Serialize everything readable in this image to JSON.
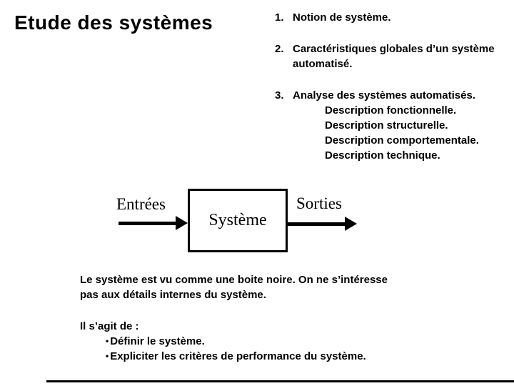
{
  "slide": {
    "title": "Etude des systèmes",
    "agenda": [
      {
        "number": "1.",
        "lines": [
          "Notion de système."
        ]
      },
      {
        "number": "2.",
        "lines": [
          "Caractéristiques globales d’un système",
          "automatisé."
        ]
      },
      {
        "number": "3.",
        "lines": [
          "Analyse des systèmes automatisés."
        ],
        "sub_lines": [
          "Description fonctionnelle.",
          "Description structurelle.",
          "Description comportementale.",
          "Description technique."
        ]
      }
    ],
    "diagram": {
      "input_label": "Entrées",
      "box_label": "Système",
      "output_label": "Sorties"
    },
    "paragraph1_lines": [
      "Le système est vu comme une boite noire. On ne s’intéresse",
      "pas aux détails internes du système."
    ],
    "paragraph2_intro": "Il s’agit de :",
    "bullet_char": "•",
    "bullets": [
      "Définir le système.",
      "Expliciter les critères de performance du système."
    ],
    "colors": {
      "background": "#ffffff",
      "text": "#000000",
      "diagram_stroke": "#000000"
    }
  }
}
